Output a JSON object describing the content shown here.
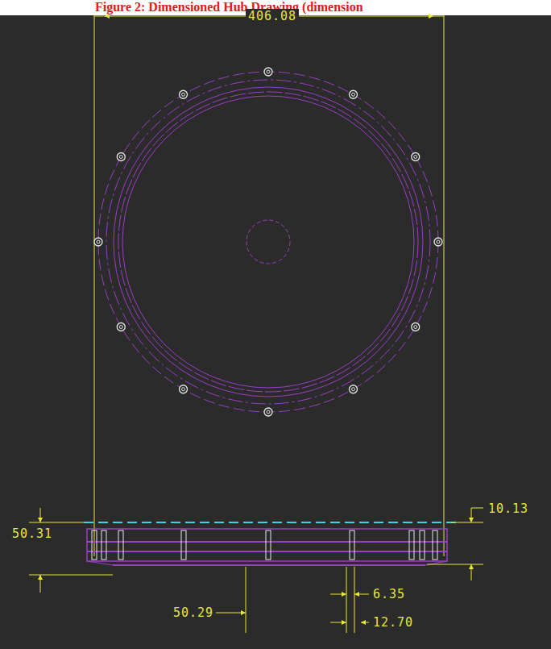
{
  "diagram": {
    "title": "Figure 2: Dimensioned Hub Drawing (dimension",
    "labels": [
      "406.08",
      "50.31",
      "10.13",
      "50.29",
      "6.35",
      "12.70"
    ]
  }
}
